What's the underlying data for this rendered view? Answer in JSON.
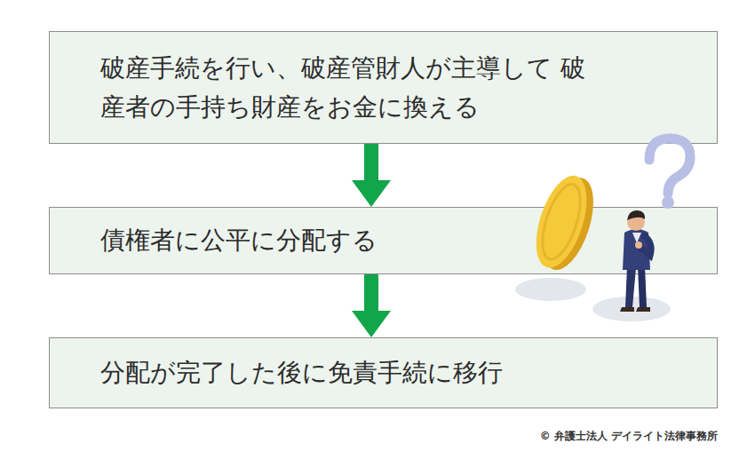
{
  "diagram": {
    "nodes": [
      {
        "text": [
          "破産手続を行い、破産管財人が主導して 破産者の手持ち財産をお金に換える"
        ]
      },
      {
        "text": [
          "債権者に公平に分配する"
        ]
      },
      {
        "text": [
          "分配が完了した後に免責手続に移行"
        ]
      }
    ],
    "edges": [
      {
        "from": 0,
        "to": 1,
        "arrow": "to"
      },
      {
        "from": 1,
        "to": 2,
        "arrow": "to"
      }
    ],
    "labels": [
      "© 弁護士法人 デイライト法律事務所"
    ]
  }
}
